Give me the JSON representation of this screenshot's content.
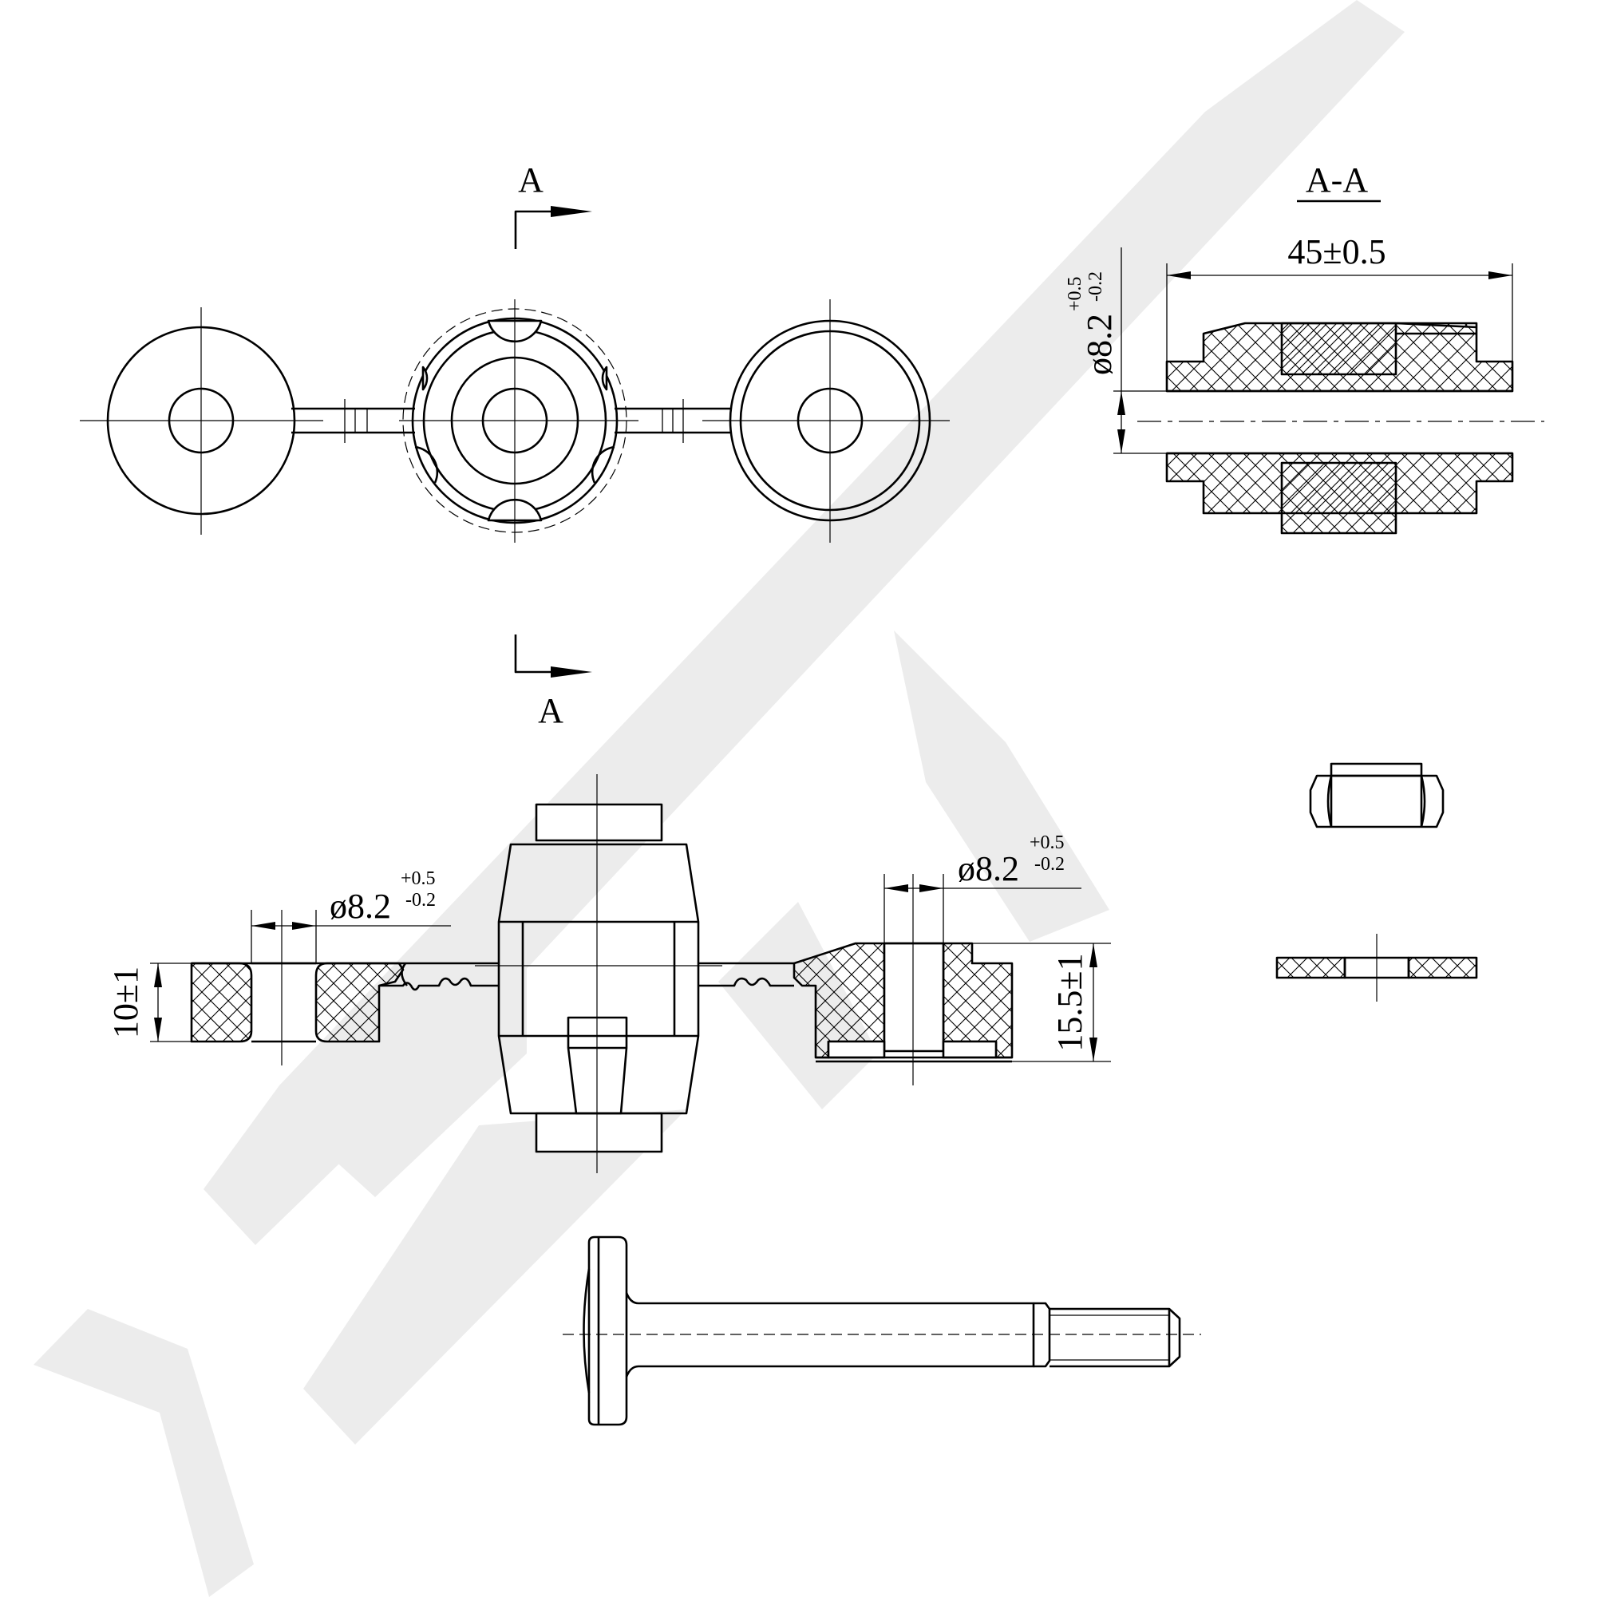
{
  "watermark": {
    "color": "#ececec"
  },
  "section_marks": {
    "top_letter": "A",
    "bottom_letter": "A"
  },
  "section_view": {
    "title": "A-A",
    "length_dim": "45±0.5",
    "bore_dim": "ø8.2",
    "bore_tol_upper": "+0.5",
    "bore_tol_lower": "-0.2"
  },
  "front_section": {
    "left_bore_dim": "ø8.2",
    "left_bore_tol_upper": "+0.5",
    "left_bore_tol_lower": "-0.2",
    "right_bore_dim": "ø8.2",
    "right_bore_tol_upper": "+0.5",
    "right_bore_tol_lower": "-0.2",
    "left_height_dim": "10±1",
    "right_height_dim": "15.5±1"
  }
}
